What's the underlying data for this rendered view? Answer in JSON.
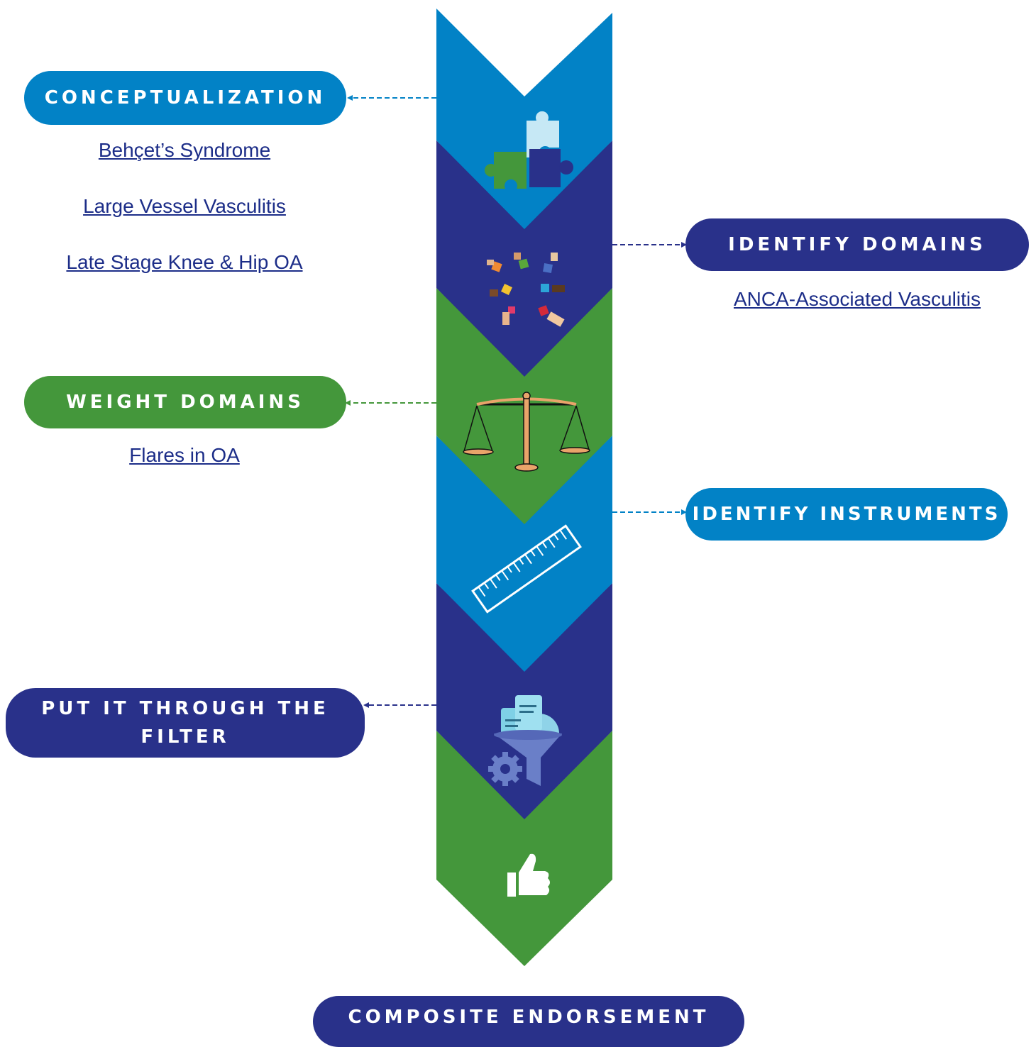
{
  "colors": {
    "blue": "#0282c6",
    "navy": "#29318a",
    "green": "#44973b",
    "link": "#1c2d88"
  },
  "steps": [
    {
      "label": "CONCEPTUALIZATION",
      "color": "blue",
      "icon": "puzzle-pieces-icon"
    },
    {
      "label": "IDENTIFY DOMAINS",
      "color": "navy",
      "icon": "hands-holding-puzzle-pieces-icon"
    },
    {
      "label": "WEIGHT DOMAINS",
      "color": "green",
      "icon": "balance-scale-icon"
    },
    {
      "label": "IDENTIFY INSTRUMENTS",
      "color": "blue",
      "icon": "ruler-icon"
    },
    {
      "label": "PUT IT THROUGH THE FILTER",
      "color": "navy",
      "icon": "documents-funnel-gear-icon"
    },
    {
      "label": "COMPOSITE ENDORSEMENT",
      "color": "navy",
      "icon": "thumbs-up-icon"
    }
  ],
  "links": {
    "conceptualization": [
      "Behçet’s Syndrome",
      "Large Vessel Vasculitis",
      "Late Stage Knee & Hip OA"
    ],
    "identify_domains": [
      "ANCA-Associated Vasculitis"
    ],
    "weight_domains": [
      "Flares in OA"
    ]
  }
}
